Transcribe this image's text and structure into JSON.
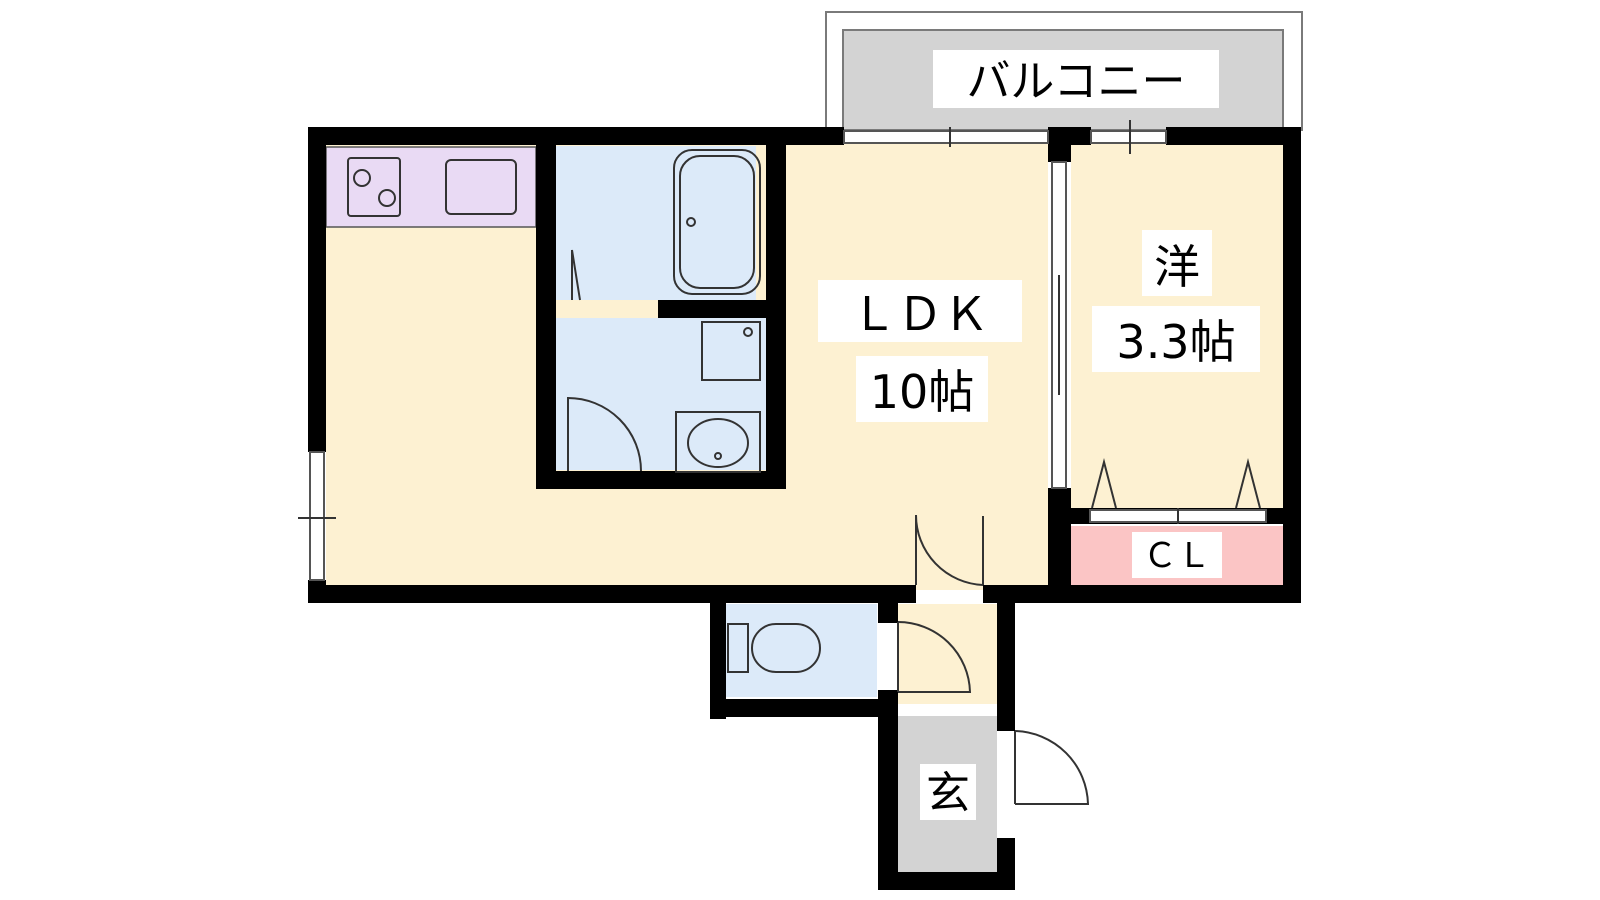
{
  "labels": {
    "balcony": "バルコニー",
    "ldk_name": "ＬＤＫ",
    "ldk_size": "10帖",
    "western_name": "洋",
    "western_size": "3.3帖",
    "closet": "ＣＬ",
    "entrance": "玄"
  },
  "colors": {
    "wall": "#000000",
    "living_floor": "#fdf1d2",
    "kitchen": "#e9daf4",
    "wet_area": "#dceaf9",
    "closet": "#fbc5c5",
    "balcony": "#d3d3d3",
    "entrance": "#d3d3d3"
  }
}
